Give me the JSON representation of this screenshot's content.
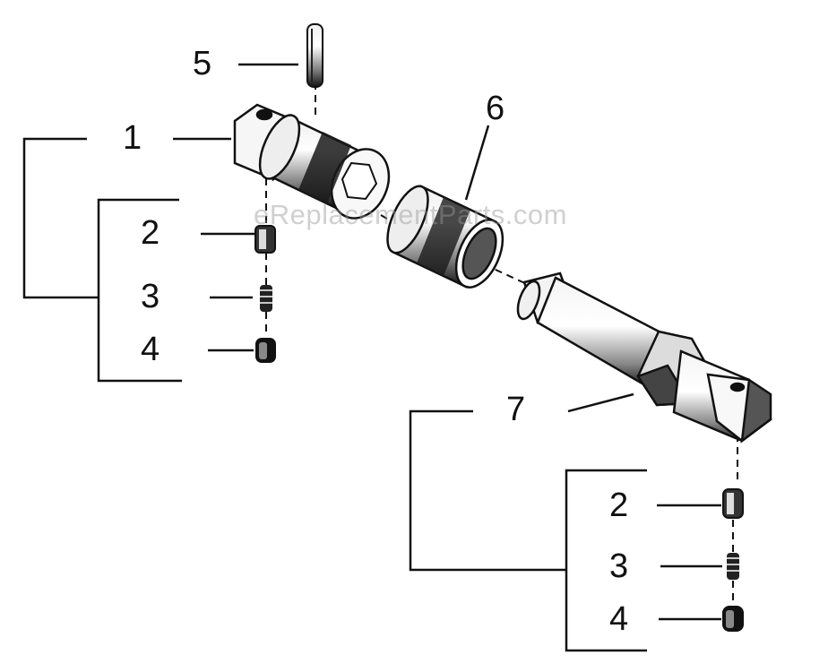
{
  "watermark": "eReplacementParts.com",
  "callouts": {
    "part1": "1",
    "part5": "5",
    "part6": "6",
    "part7": "7",
    "group_left": {
      "part2": "2",
      "part3": "3",
      "part4": "4"
    },
    "group_right": {
      "part2": "2",
      "part3": "3",
      "part4": "4"
    }
  },
  "colors": {
    "ink": "#111111",
    "watermark": "#969696"
  }
}
